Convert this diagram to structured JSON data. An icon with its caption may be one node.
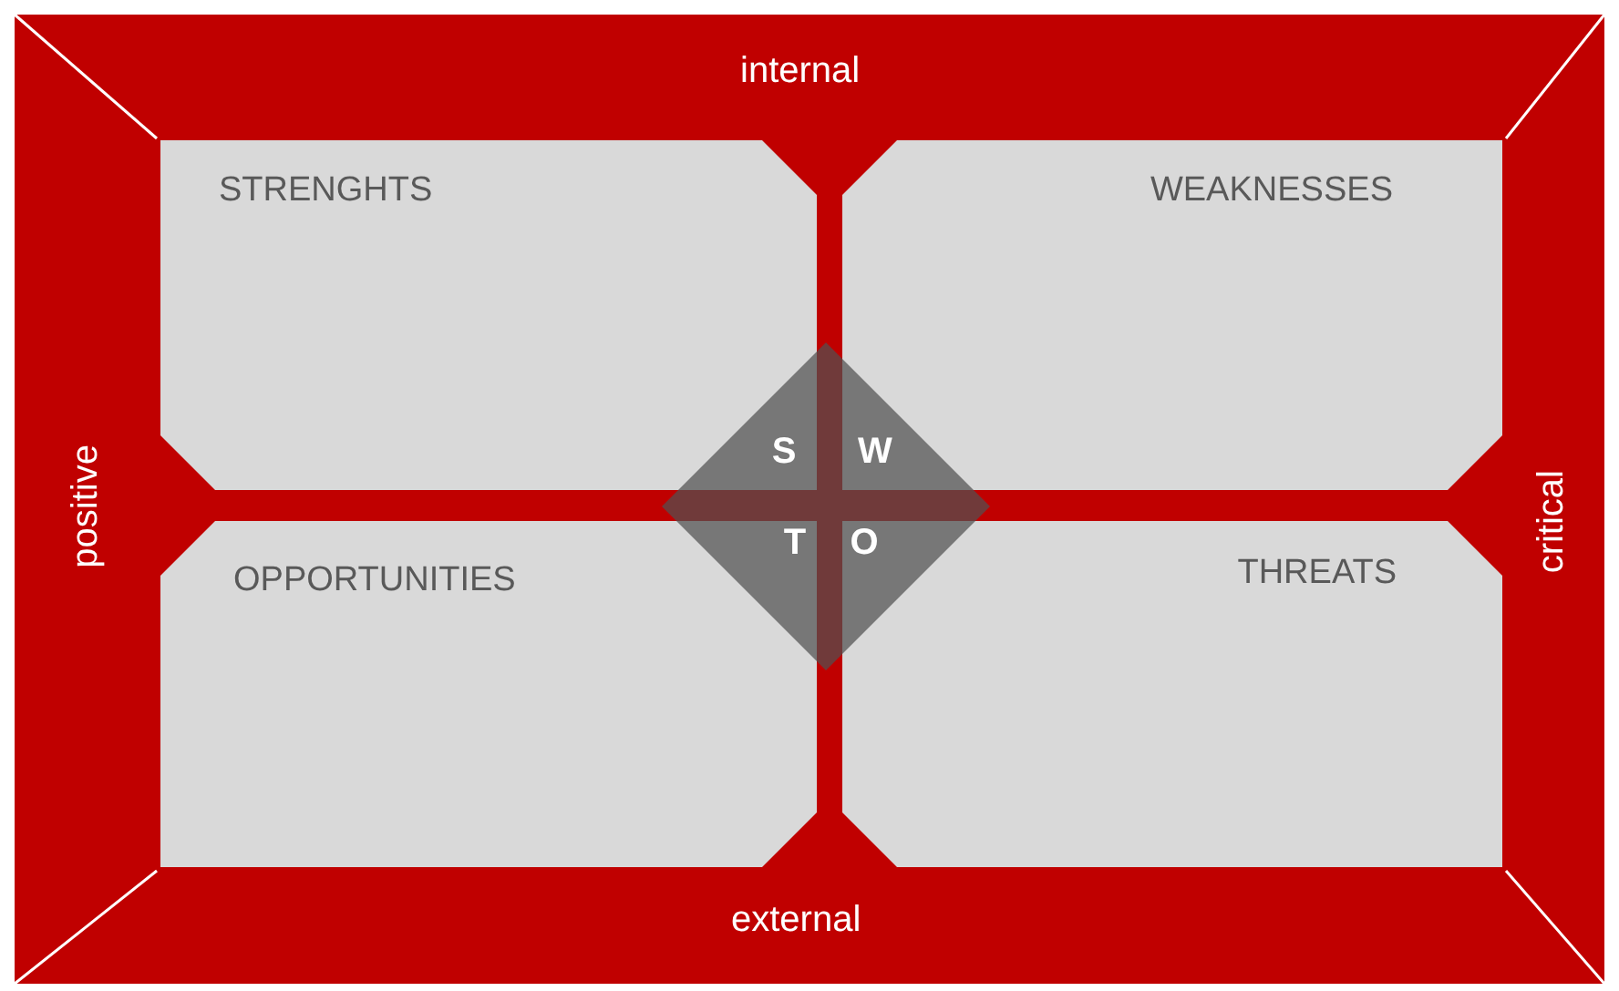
{
  "diagram": {
    "nodes": [
      {
        "text": [
          "internal"
        ]
      },
      {
        "text": [
          "positive"
        ]
      },
      {
        "text": [
          "critical"
        ]
      },
      {
        "text": [
          "external"
        ]
      },
      {
        "text": [
          "STRENGHTS"
        ]
      },
      {
        "text": [
          "WEAKNESSES"
        ]
      },
      {
        "text": [
          "OPPORTUNITIES"
        ]
      },
      {
        "text": [
          "THREATS"
        ]
      },
      {
        "text": [
          "S",
          "W",
          "T",
          "O"
        ]
      }
    ]
  }
}
